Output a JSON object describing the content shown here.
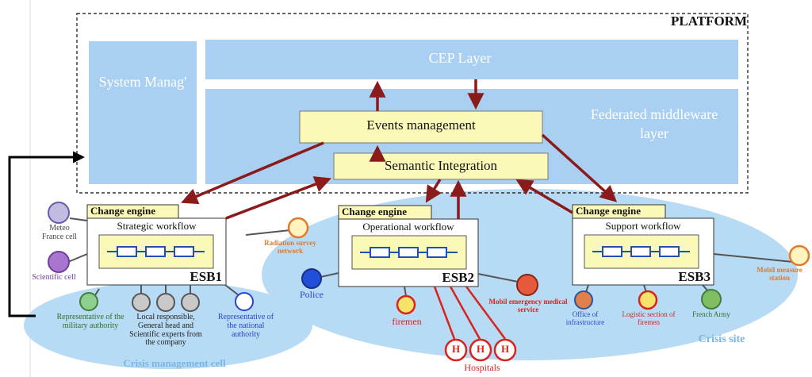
{
  "platform": {
    "title": "PLATFORM",
    "system_management": "System Manag'",
    "cep_layer": "CEP Layer",
    "federated_middleware": "Federated middleware layer",
    "events_management": "Events management",
    "semantic_integration": "Semantic Integration"
  },
  "esbs": [
    {
      "change_engine": "Change engine",
      "workflow": "Strategic workflow",
      "name": "ESB1"
    },
    {
      "change_engine": "Change engine",
      "workflow": "Operational workflow",
      "name": "ESB2"
    },
    {
      "change_engine": "Change engine",
      "workflow": "Support workflow",
      "name": "ESB3"
    }
  ],
  "actors": {
    "meteo": "Meteo France cell",
    "scientific_cell": "Scientific cell",
    "military": "Representative of the military authority",
    "local": "Local responsible, General head and Scientific experts from the company",
    "national": "Representative of the national authority",
    "radiation": "Radiation survey network",
    "police": "Police",
    "firemen": "firemen",
    "mobil_emergency": "Mobil emergency medical service",
    "hospital_symbol": "H",
    "hospitals": "Hospitals",
    "office_infra": "Office of infrastructure",
    "logistic": "Logistic section of firemen",
    "french_army": "French Army",
    "mobil_measure": "Mobil measure station"
  },
  "zones": {
    "crisis_management": "Crisis management cell",
    "crisis_site": "Crisis site"
  },
  "colors": {
    "layer_blue": "#a9d0f2",
    "cloud_blue": "#b7dbf4",
    "yellow_box": "#fbf9b8",
    "arrow": "#8b1a1a",
    "orange_text": "#e07a2c",
    "red_text": "#d8231e",
    "purple_text": "#6c3f9a",
    "blue_text": "#2a45c8"
  }
}
